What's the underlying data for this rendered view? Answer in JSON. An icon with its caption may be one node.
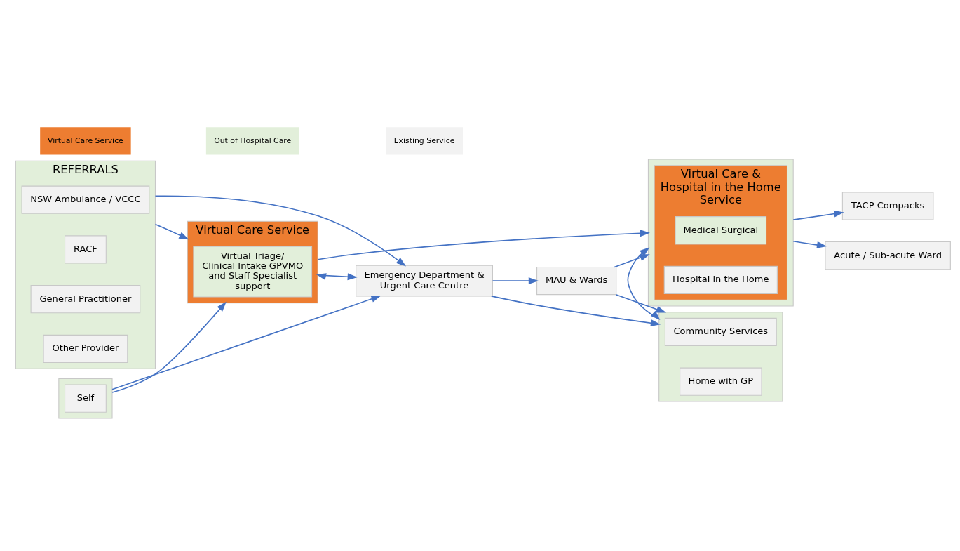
{
  "diagram": {
    "nodes": [
      {
        "text": [
          "REFERRALS"
        ]
      },
      {
        "text": [
          "NSW Ambulance / VCCC"
        ],
        "in": 0
      },
      {
        "text": [
          "RACF"
        ],
        "in": 0
      },
      {
        "text": [
          "General Practitioner"
        ],
        "in": 0
      },
      {
        "text": [
          "Other Provider"
        ],
        "in": 0
      },
      {
        "text": [],
        "shape": "box"
      },
      {
        "text": [
          "Self"
        ],
        "in": 5
      },
      {
        "text": [
          "Virtual Care Service"
        ]
      },
      {
        "text": [
          "Virtual Triage/ Clinical Intake GPVMO and Staff Specialist support"
        ],
        "in": 7
      },
      {
        "text": [
          "Emergency Department & Urgent Care Centre"
        ]
      },
      {
        "text": [
          "MAU & Wards"
        ]
      },
      {
        "text": [],
        "shape": "box"
      },
      {
        "text": [
          "Virtual Care & Hospital in the Home Service"
        ],
        "in": 11
      },
      {
        "text": [
          "Medical Surgical"
        ],
        "in": 12
      },
      {
        "text": [
          "Hospital in the Home"
        ],
        "in": 12
      },
      {
        "text": [
          "TACP Compacks"
        ]
      },
      {
        "text": [
          "Acute / Sub-acute Ward"
        ]
      },
      {
        "text": [],
        "shape": "box"
      },
      {
        "text": [
          "Community Services"
        ],
        "in": 17
      },
      {
        "text": [
          "Home with GP"
        ],
        "in": 17
      }
    ],
    "edges": [
      {
        "from": 0,
        "to": 7,
        "arrow": "to"
      },
      {
        "from": 0,
        "to": 9,
        "arrow": "to"
      },
      {
        "from": 5,
        "to": 7,
        "arrow": "to"
      },
      {
        "from": 5,
        "to": 9,
        "arrow": "to"
      },
      {
        "from": 7,
        "to": 9,
        "arrow": "both"
      },
      {
        "from": 7,
        "to": 11,
        "arrow": "to"
      },
      {
        "from": 9,
        "to": 10,
        "arrow": "to"
      },
      {
        "from": 10,
        "to": 11,
        "arrow": "to"
      },
      {
        "from": 10,
        "to": 17,
        "arrow": "to"
      },
      {
        "from": 9,
        "to": 17,
        "arrow": "to"
      },
      {
        "from": 11,
        "to": 15,
        "arrow": "to"
      },
      {
        "from": 11,
        "to": 16,
        "arrow": "to"
      },
      {
        "from": 11,
        "to": 17,
        "arrow": "both"
      }
    ],
    "legend": [
      {
        "text": "Virtual Care Service",
        "color": "#ed7d31"
      },
      {
        "text": "Out of Hospital Care",
        "color": "#e2efda"
      },
      {
        "text": "Existing Service",
        "color": "#f2f2f2"
      }
    ]
  }
}
